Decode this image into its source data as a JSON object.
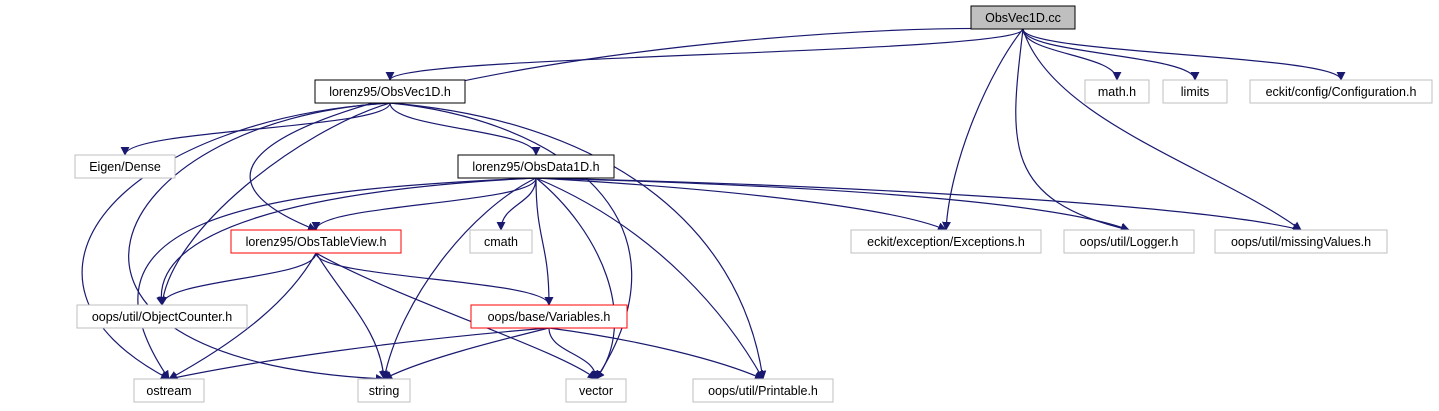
{
  "colors": {
    "edge": "#191970",
    "root_fill": "#bfbfbf",
    "black_border": "#000000",
    "red_border": "#ff0000",
    "gray_border": "#bfbfbf",
    "node_fill": "#ffffff"
  },
  "nodes": [
    {
      "id": "obsvec1d_cc",
      "label": "ObsVec1D.cc",
      "style": "root"
    },
    {
      "id": "obsvec1d_h",
      "label": "lorenz95/ObsVec1D.h",
      "style": "black"
    },
    {
      "id": "math_h",
      "label": "math.h",
      "style": "gray"
    },
    {
      "id": "limits",
      "label": "limits",
      "style": "gray"
    },
    {
      "id": "configuration_h",
      "label": "eckit/config/Configuration.h",
      "style": "gray"
    },
    {
      "id": "eigen_dense",
      "label": "Eigen/Dense",
      "style": "gray"
    },
    {
      "id": "obsdata1d_h",
      "label": "lorenz95/ObsData1D.h",
      "style": "black"
    },
    {
      "id": "obstableview_h",
      "label": "lorenz95/ObsTableView.h",
      "style": "red"
    },
    {
      "id": "cmath",
      "label": "cmath",
      "style": "gray"
    },
    {
      "id": "exceptions_h",
      "label": "eckit/exception/Exceptions.h",
      "style": "gray"
    },
    {
      "id": "logger_h",
      "label": "oops/util/Logger.h",
      "style": "gray"
    },
    {
      "id": "missingvalues_h",
      "label": "oops/util/missingValues.h",
      "style": "gray"
    },
    {
      "id": "objectcounter_h",
      "label": "oops/util/ObjectCounter.h",
      "style": "gray"
    },
    {
      "id": "variables_h",
      "label": "oops/base/Variables.h",
      "style": "red"
    },
    {
      "id": "ostream",
      "label": "ostream",
      "style": "gray"
    },
    {
      "id": "string",
      "label": "string",
      "style": "gray"
    },
    {
      "id": "vector",
      "label": "vector",
      "style": "gray"
    },
    {
      "id": "printable_h",
      "label": "oops/util/Printable.h",
      "style": "gray"
    }
  ],
  "edges": [
    {
      "from": "obsvec1d_cc",
      "to": "obsvec1d_h"
    },
    {
      "from": "obsvec1d_cc",
      "to": "obstableview_h"
    },
    {
      "from": "obsvec1d_cc",
      "to": "exceptions_h"
    },
    {
      "from": "obsvec1d_cc",
      "to": "logger_h"
    },
    {
      "from": "obsvec1d_cc",
      "to": "missingvalues_h"
    },
    {
      "from": "obsvec1d_cc",
      "to": "math_h"
    },
    {
      "from": "obsvec1d_cc",
      "to": "limits"
    },
    {
      "from": "obsvec1d_cc",
      "to": "configuration_h"
    },
    {
      "from": "obsvec1d_h",
      "to": "eigen_dense"
    },
    {
      "from": "obsvec1d_h",
      "to": "obsdata1d_h"
    },
    {
      "from": "obsvec1d_h",
      "to": "objectcounter_h"
    },
    {
      "from": "obsvec1d_h",
      "to": "ostream"
    },
    {
      "from": "obsvec1d_h",
      "to": "string"
    },
    {
      "from": "obsvec1d_h",
      "to": "vector"
    },
    {
      "from": "obsvec1d_h",
      "to": "printable_h"
    },
    {
      "from": "obsdata1d_h",
      "to": "obstableview_h"
    },
    {
      "from": "obsdata1d_h",
      "to": "cmath"
    },
    {
      "from": "obsdata1d_h",
      "to": "variables_h"
    },
    {
      "from": "obsdata1d_h",
      "to": "objectcounter_h"
    },
    {
      "from": "obsdata1d_h",
      "to": "ostream"
    },
    {
      "from": "obsdata1d_h",
      "to": "string"
    },
    {
      "from": "obsdata1d_h",
      "to": "vector"
    },
    {
      "from": "obsdata1d_h",
      "to": "printable_h"
    },
    {
      "from": "obsdata1d_h",
      "to": "exceptions_h"
    },
    {
      "from": "obsdata1d_h",
      "to": "logger_h"
    },
    {
      "from": "obsdata1d_h",
      "to": "missingvalues_h"
    },
    {
      "from": "obstableview_h",
      "to": "objectcounter_h"
    },
    {
      "from": "obstableview_h",
      "to": "variables_h"
    },
    {
      "from": "obstableview_h",
      "to": "ostream"
    },
    {
      "from": "obstableview_h",
      "to": "string"
    },
    {
      "from": "obstableview_h",
      "to": "vector"
    },
    {
      "from": "variables_h",
      "to": "ostream"
    },
    {
      "from": "variables_h",
      "to": "string"
    },
    {
      "from": "variables_h",
      "to": "vector"
    },
    {
      "from": "variables_h",
      "to": "printable_h"
    }
  ]
}
